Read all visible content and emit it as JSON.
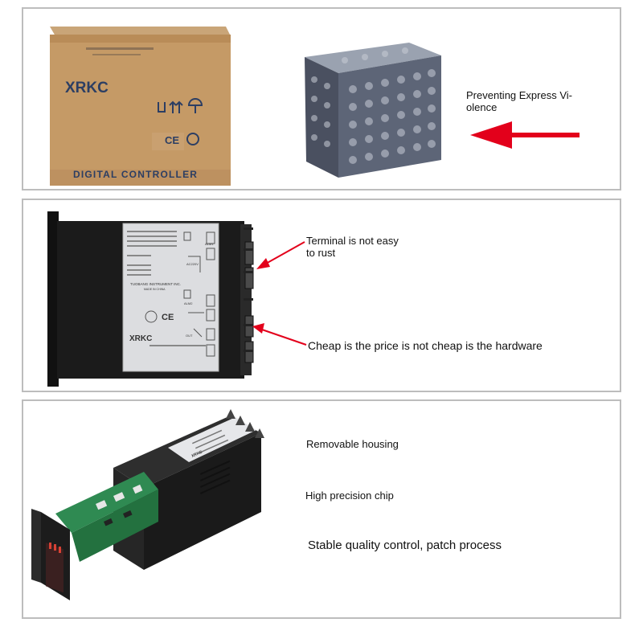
{
  "panel1": {
    "box_brand": "XRKC",
    "box_caption": "DIGITAL CONTROLLER",
    "box_cert": "CE",
    "note_line1": "Preventing Express Vi-",
    "note_line2": "olence",
    "arrow_color": "#e3001b"
  },
  "panel2": {
    "label_brand": "XRKC",
    "label_maker": "TUOBANG INSTRUMENT INC.",
    "label_origin": "MADE IN CHINA",
    "label_cert": "CE",
    "label_voltage": "AC220V",
    "label_alm1": "ALM1",
    "label_alm2": "ALM2",
    "label_out": "OUT",
    "note1_line1": "Terminal is not easy",
    "note1_line2": "to rust",
    "note2": "Cheap is the price is not cheap is the hardware",
    "arrow_color": "#e3001b"
  },
  "panel3": {
    "feature1": "Removable housing",
    "feature2": "High precision chip",
    "feature3": "Stable quality control, patch process",
    "label_brand": "XRKC"
  }
}
